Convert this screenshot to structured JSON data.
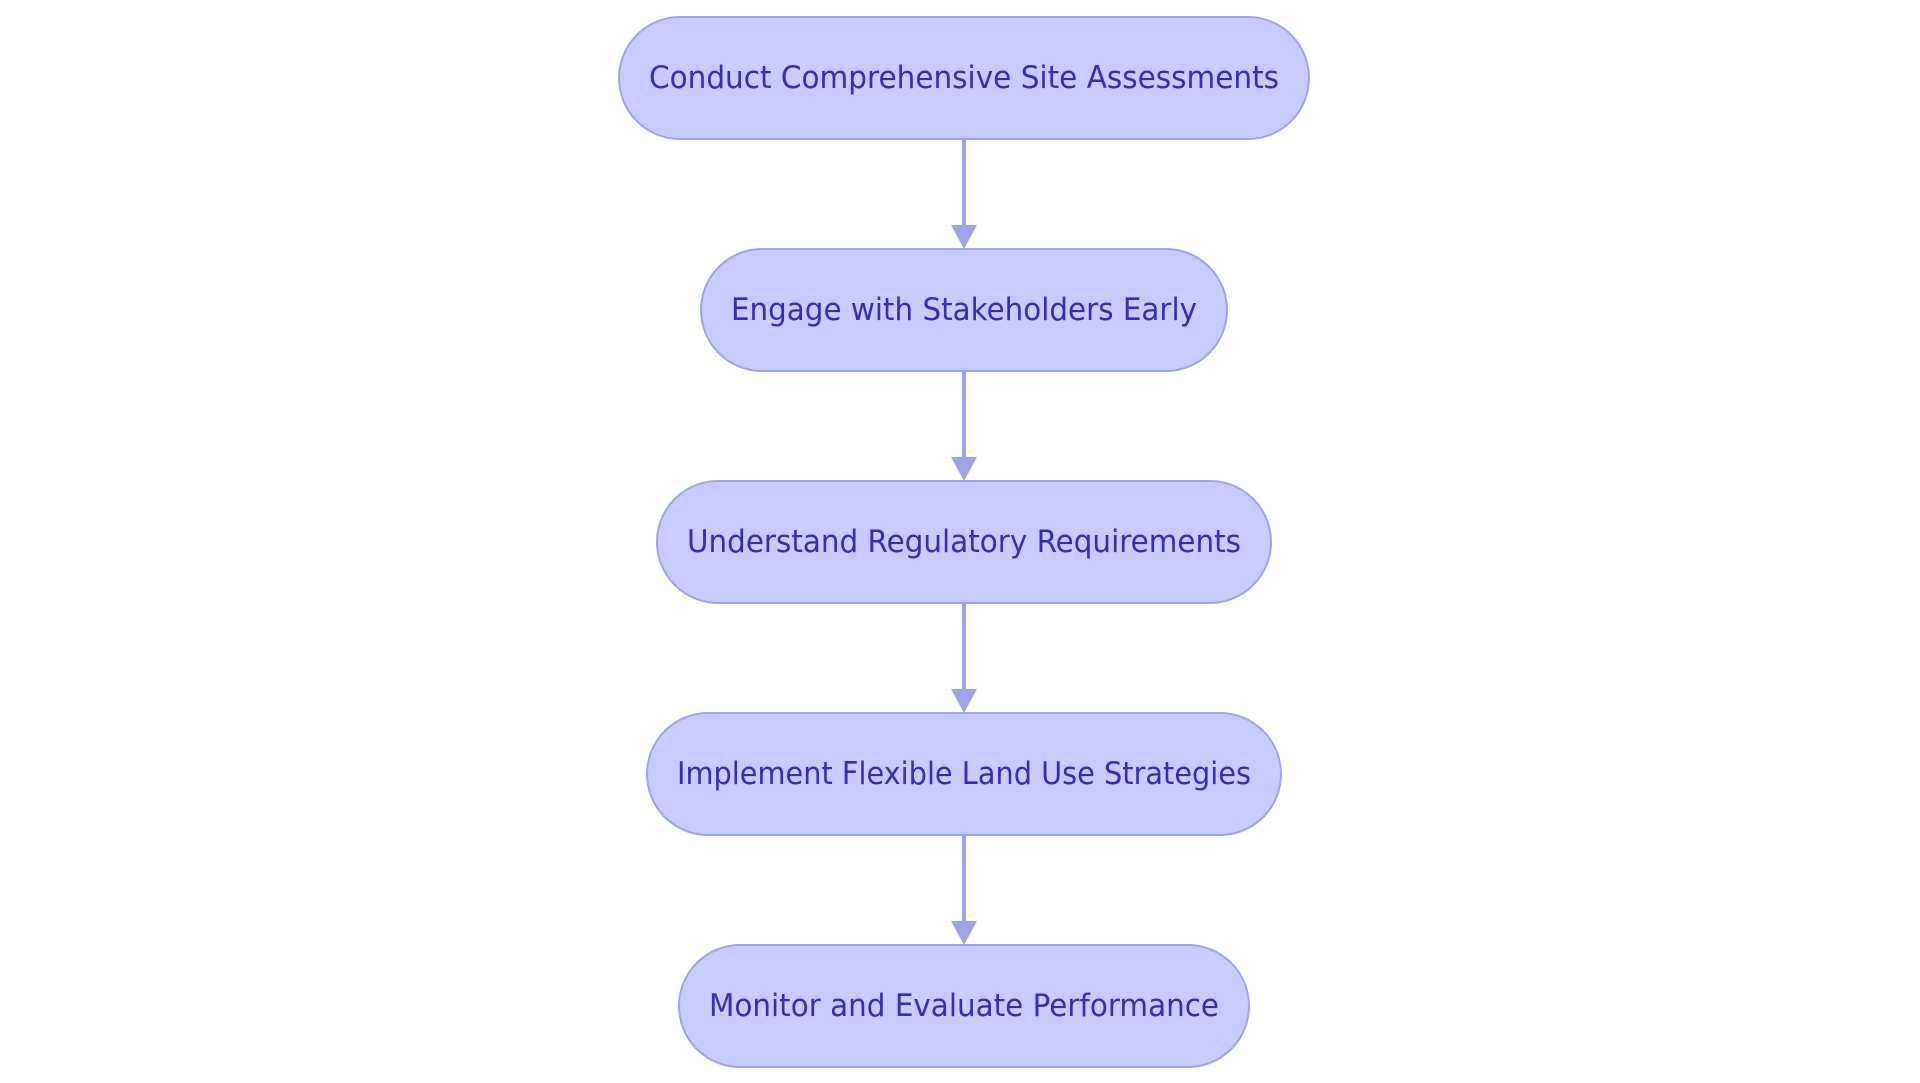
{
  "diagram": {
    "type": "flowchart",
    "direction": "top-to-bottom",
    "colors": {
      "node_fill": "#C8CBFD",
      "node_stroke": "#9FA4E8",
      "text": "#3131B0",
      "arrow": "#9FA4E8",
      "background": "#FFFFFF"
    },
    "nodes": [
      {
        "id": "n1",
        "label": "Conduct Comprehensive Site Assessments"
      },
      {
        "id": "n2",
        "label": "Engage with Stakeholders Early"
      },
      {
        "id": "n3",
        "label": "Understand Regulatory Requirements"
      },
      {
        "id": "n4",
        "label": "Implement Flexible Land Use Strategies"
      },
      {
        "id": "n5",
        "label": "Monitor and Evaluate Performance"
      }
    ],
    "edges": [
      {
        "from": "n1",
        "to": "n2"
      },
      {
        "from": "n2",
        "to": "n3"
      },
      {
        "from": "n3",
        "to": "n4"
      },
      {
        "from": "n4",
        "to": "n5"
      }
    ]
  }
}
